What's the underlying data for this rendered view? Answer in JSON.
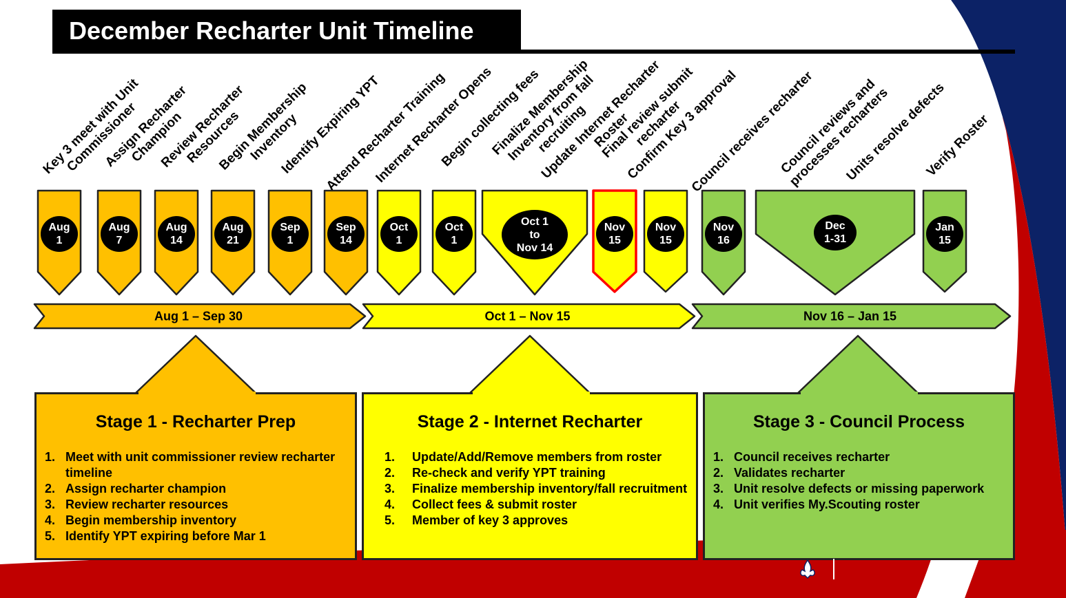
{
  "title": "December Recharter Unit Timeline",
  "colors": {
    "orange": "#FFC000",
    "yellow": "#FFFF00",
    "green": "#92D050",
    "outline": "#222222",
    "highlight": "#FF0000",
    "navy": "#0C2266",
    "red": "#C00000"
  },
  "tasks": [
    {
      "label": "Key 3 meet with Unit Commissioner",
      "date": [
        "Aug",
        "1"
      ],
      "color": "orange"
    },
    {
      "label": "Assign Recharter Champion",
      "date": [
        "Aug",
        "7"
      ],
      "color": "orange"
    },
    {
      "label": "Review Recharter Resources",
      "date": [
        "Aug",
        "14"
      ],
      "color": "orange"
    },
    {
      "label": "Begin Membership Inventory",
      "date": [
        "Aug",
        "21"
      ],
      "color": "orange"
    },
    {
      "label": "Identify Expiring YPT",
      "date": [
        "Sep",
        "1"
      ],
      "color": "orange"
    },
    {
      "label": "Attend Recharter Training",
      "date": [
        "Sep",
        "14"
      ],
      "color": "orange"
    },
    {
      "label": "Internet Recharter Opens",
      "date": [
        "Oct",
        "1"
      ],
      "color": "yellow"
    },
    {
      "label": "Begin collecting fees",
      "date": [
        "Oct",
        "1"
      ],
      "color": "yellow"
    },
    {
      "label": "Finalize Membership Inventory from fall recruiting",
      "date": [
        "Oct 1",
        "to",
        "Nov 14"
      ],
      "color": "yellow",
      "wide": true
    },
    {
      "label": "Update Internet Recharter Roster",
      "date": [],
      "color": "yellow",
      "noMarker": true
    },
    {
      "label": "Final review submit recharter",
      "date": [
        "Nov",
        "15"
      ],
      "color": "yellow",
      "highlight": true
    },
    {
      "label": "Confirm Key 3 approval",
      "date": [
        "Nov",
        "15"
      ],
      "color": "yellow"
    },
    {
      "label": "Council receives recharter",
      "date": [
        "Nov",
        "16"
      ],
      "color": "green"
    },
    {
      "label": "Council reviews and processes recharters",
      "date": [
        "Dec",
        "1-31"
      ],
      "color": "green",
      "wide": true
    },
    {
      "label": "Units resolve defects",
      "date": [],
      "color": "green",
      "noMarker": true
    },
    {
      "label": "Verify Roster",
      "date": [
        "Jan",
        "15"
      ],
      "color": "green"
    }
  ],
  "bands": [
    {
      "label": "Aug 1 – Sep 30",
      "color": "orange"
    },
    {
      "label": "Oct 1 – Nov 15",
      "color": "yellow"
    },
    {
      "label": "Nov 16 – Jan 15",
      "color": "green"
    }
  ],
  "stages": [
    {
      "title": "Stage 1 - Recharter Prep",
      "color": "orange",
      "items": [
        "Meet with unit commissioner review recharter timeline",
        "Assign recharter champion",
        "Review recharter resources",
        "Begin membership inventory",
        "Identify YPT expiring before Mar 1"
      ]
    },
    {
      "title": "Stage 2 - Internet Recharter",
      "color": "yellow",
      "items": [
        "Update/Add/Remove members from roster",
        "Re-check and verify YPT training",
        "Finalize membership inventory/fall recruitment",
        "Collect fees & submit roster",
        "Member of key 3 approves"
      ]
    },
    {
      "title": "Stage 3 - Council Process",
      "color": "green",
      "items": [
        "Council receives recharter",
        "Validates recharter",
        "Unit resolve defects or missing paperwork",
        "Unit verifies My.Scouting roster"
      ]
    }
  ]
}
